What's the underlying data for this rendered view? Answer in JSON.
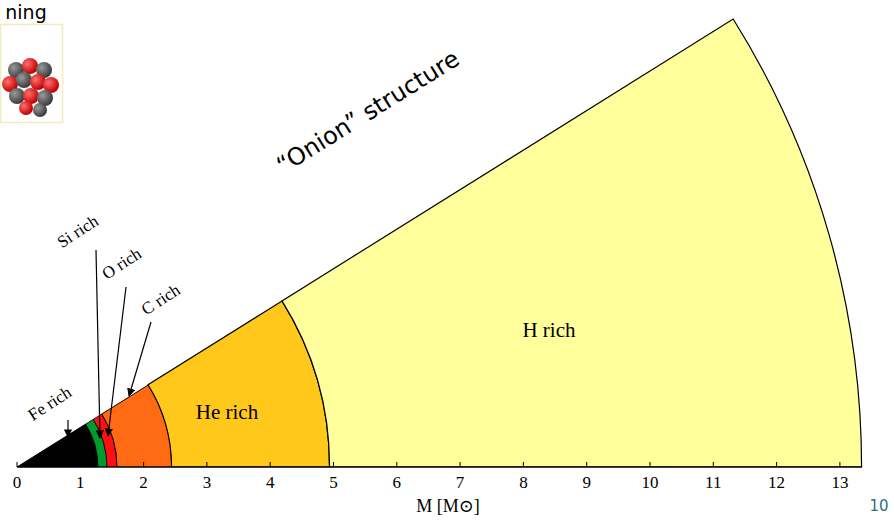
{
  "diagram": {
    "nodes": [
      {
        "text": [
          "He rich"
        ]
      },
      {
        "text": [
          "H rich"
        ]
      }
    ],
    "labels": [
      "ning",
      "“Onion” structure",
      "Si rich",
      "O rich",
      "C rich",
      "Fe rich",
      "0",
      "1",
      "2",
      "3",
      "4",
      "5",
      "6",
      "7",
      "8",
      "9",
      "10",
      "11",
      "12",
      "13",
      "M [M⊙]",
      "10"
    ]
  }
}
